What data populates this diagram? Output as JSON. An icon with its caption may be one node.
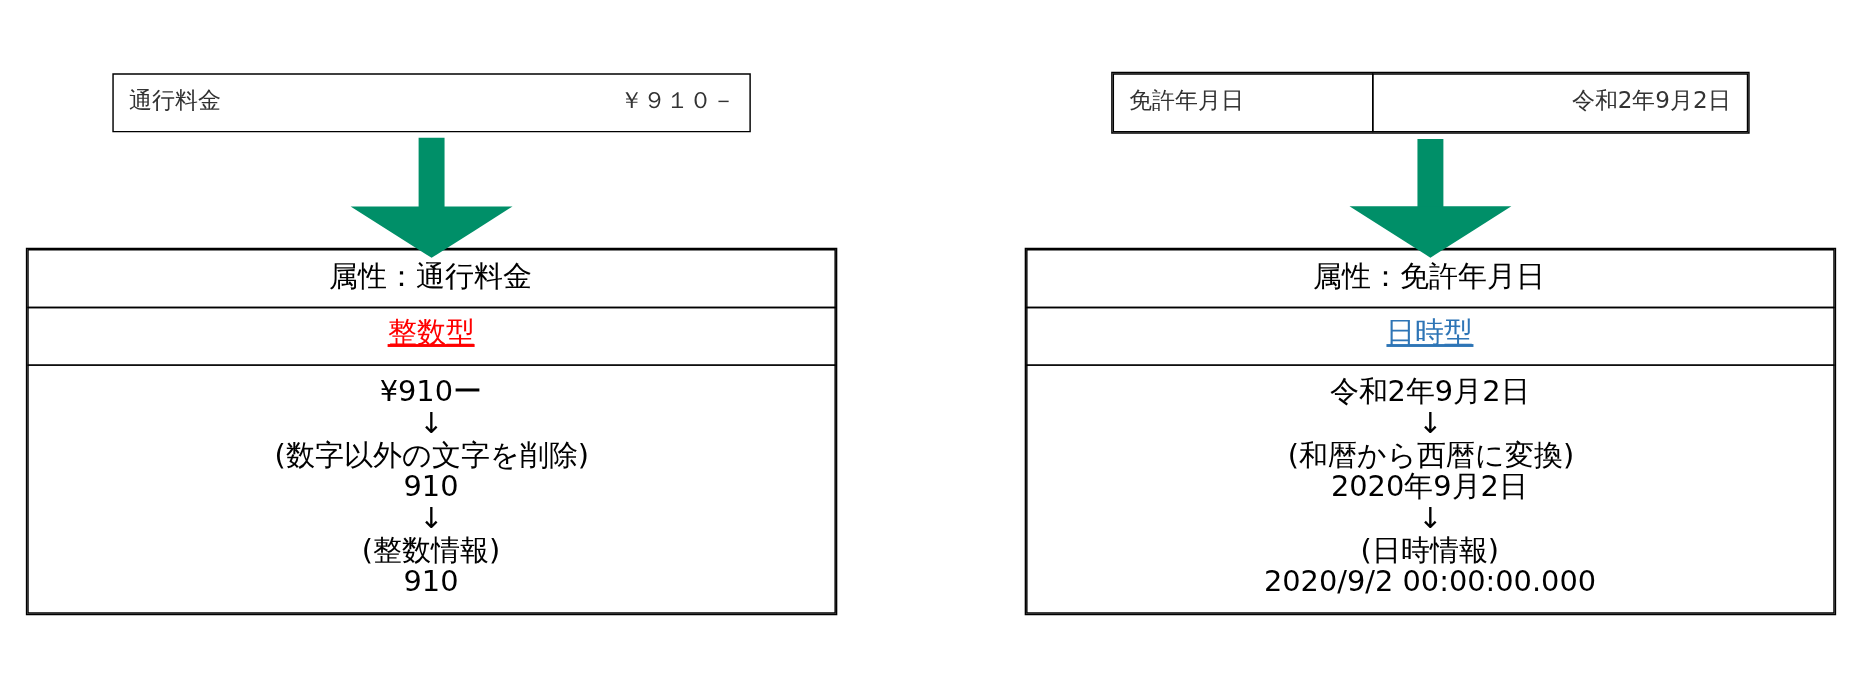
{
  "diagram": {
    "nodes": [
      {
        "text": [
          "通行料金",
          "￥９１０－"
        ]
      },
      {
        "text": [
          "属性：通行料金",
          "整数型",
          "¥910ー",
          "↓",
          "(数字以外の文字を削除)",
          "910",
          "↓",
          "(整数情報)",
          "910"
        ]
      },
      {
        "text": [
          "免許年月日",
          "令和2年9月2日"
        ]
      },
      {
        "text": [
          "属性：免許年月日",
          "日時型",
          "令和2年9月2日",
          "↓",
          "(和暦から西暦に変換)",
          "2020年9月2日",
          "↓",
          "(日時情報)",
          "2020/9/2 00:00:00.000"
        ]
      }
    ],
    "edges": [
      {
        "from": 0,
        "to": 1,
        "arrow": "to",
        "color": "#008f68"
      },
      {
        "from": 2,
        "to": 3,
        "arrow": "to",
        "color": "#008f68"
      }
    ]
  }
}
